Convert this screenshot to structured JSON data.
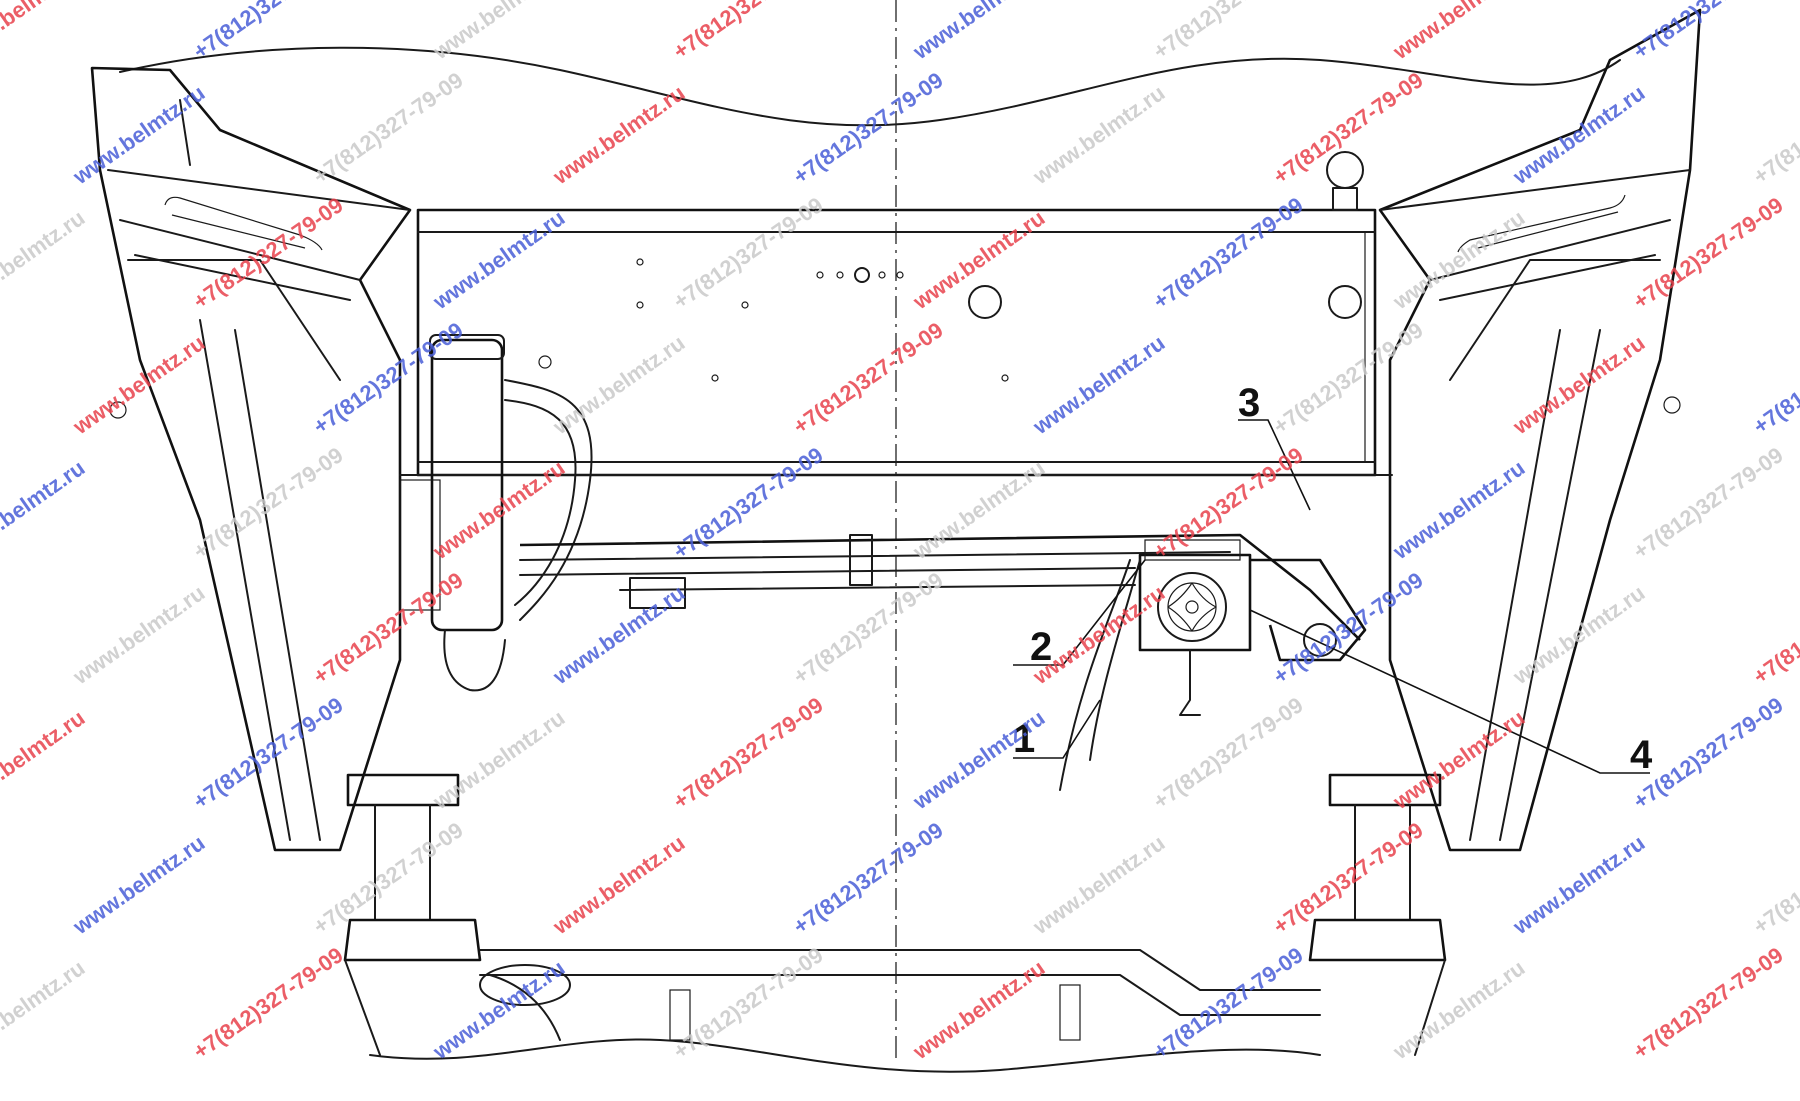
{
  "callouts": [
    {
      "id": "1",
      "label": "1"
    },
    {
      "id": "2",
      "label": "2"
    },
    {
      "id": "3",
      "label": "3"
    },
    {
      "id": "4",
      "label": "4"
    }
  ],
  "watermarks": {
    "site": "www.belmtz.ru",
    "phone": "+7(812)327-79-09",
    "colors": {
      "red": "#e8434d",
      "blue": "#4a5fd8",
      "grey": "#c9c9c9"
    }
  }
}
